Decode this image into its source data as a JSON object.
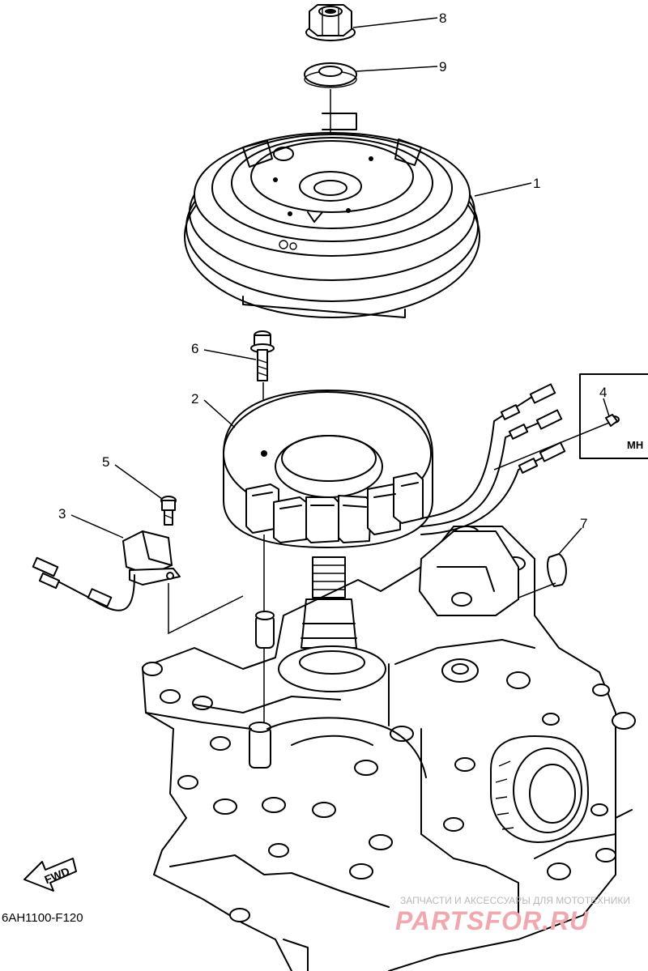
{
  "diagram": {
    "callouts": [
      {
        "id": "8",
        "label": "8"
      },
      {
        "id": "9",
        "label": "9"
      },
      {
        "id": "1",
        "label": "1"
      },
      {
        "id": "6",
        "label": "6"
      },
      {
        "id": "2",
        "label": "2"
      },
      {
        "id": "4",
        "label": "4"
      },
      {
        "id": "5",
        "label": "5"
      },
      {
        "id": "3",
        "label": "3"
      },
      {
        "id": "7",
        "label": "7"
      }
    ],
    "inset_label": "MH",
    "direction_label": "FWD",
    "drawing_code": "6AH1100-F120"
  },
  "watermark": {
    "caption": "ЗАПЧАСТИ И АКСЕССУАРЫ ДЛЯ МОТОТЕХНИКИ",
    "logo": "PARTSFOR.RU"
  }
}
